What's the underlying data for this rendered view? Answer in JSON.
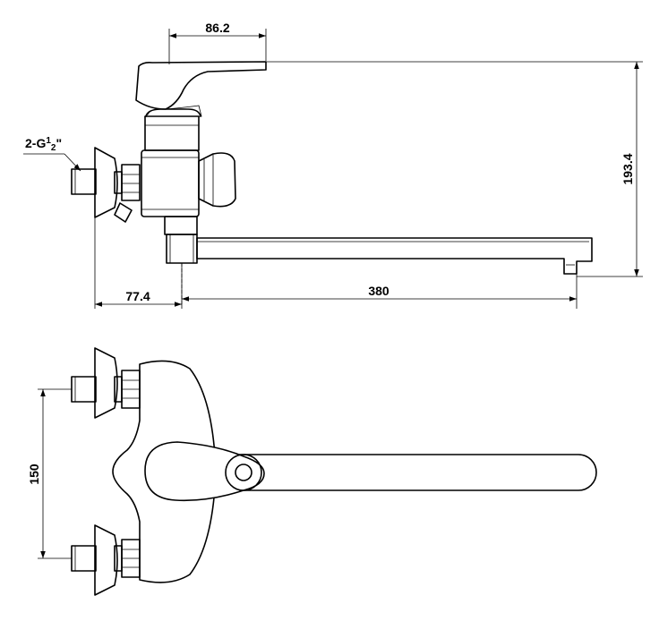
{
  "dimensions": {
    "handle_reach": "86.2",
    "total_height": "193.4",
    "spout_length": "380",
    "wall_offset": "77.4",
    "inlet_spacing": "150"
  },
  "thread_label": {
    "prefix": "2-G",
    "num": "1",
    "den": "2",
    "suffix": "\""
  }
}
